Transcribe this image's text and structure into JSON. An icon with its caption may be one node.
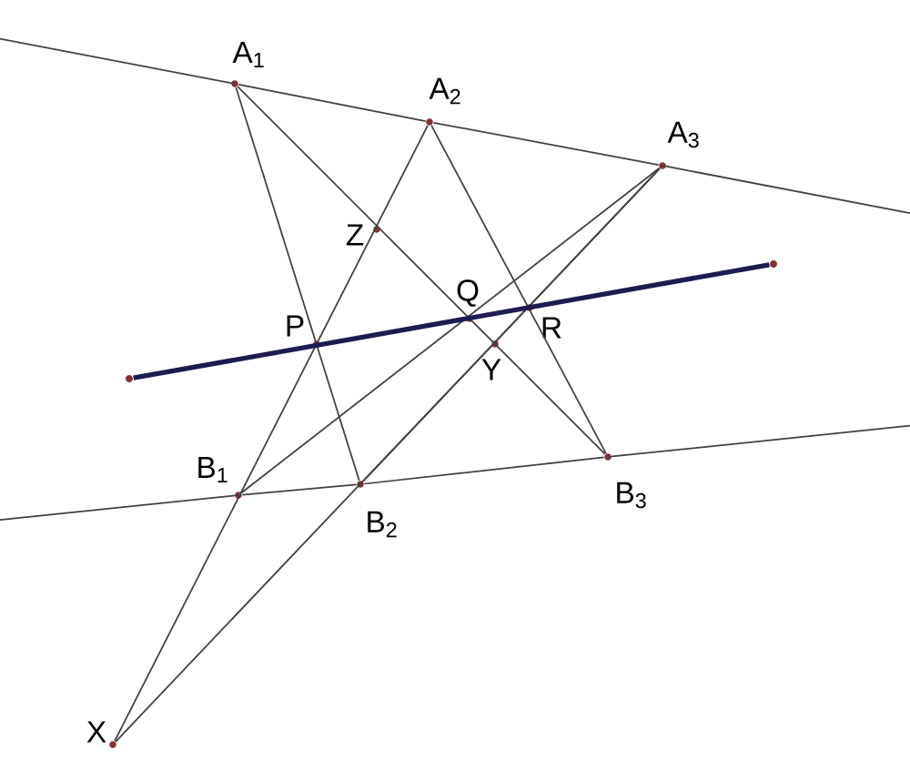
{
  "diagram": {
    "nodes": [
      {
        "text": [
          "A$_{1}$"
        ]
      },
      {
        "text": [
          "A$_{2}$"
        ]
      },
      {
        "text": [
          "A$_{3}$"
        ]
      },
      {
        "text": [
          "Z"
        ]
      },
      {
        "text": [
          "Q"
        ]
      },
      {
        "text": [
          "P"
        ]
      },
      {
        "text": [
          "R"
        ]
      },
      {
        "text": [
          "Y"
        ]
      },
      {
        "text": [
          "B$_{1}$"
        ]
      },
      {
        "text": [
          "B$_{2}$"
        ]
      },
      {
        "text": [
          "B$_{3}$"
        ]
      },
      {
        "text": [
          "X"
        ]
      },
      {
        "text": [],
        "shape": "circle"
      },
      {
        "text": [],
        "shape": "circle"
      }
    ],
    "edges": [
      {
        "from": 0,
        "to": 9,
        "arrow": "none"
      },
      {
        "from": 0,
        "to": 10,
        "arrow": "none"
      },
      {
        "from": 1,
        "to": 11,
        "arrow": "none"
      },
      {
        "from": 1,
        "to": 10,
        "arrow": "none"
      },
      {
        "from": 2,
        "to": 8,
        "arrow": "none"
      },
      {
        "from": 2,
        "to": 9,
        "arrow": "none"
      },
      {
        "from": 11,
        "to": 2,
        "arrow": "none"
      },
      {
        "from": 0,
        "to": 1,
        "arrow": "none"
      },
      {
        "from": 1,
        "to": 2,
        "arrow": "none"
      },
      {
        "from": 8,
        "to": 9,
        "arrow": "none"
      },
      {
        "from": 9,
        "to": 10,
        "arrow": "none"
      },
      {
        "from": 12,
        "to": 13,
        "arrow": "none",
        "style": "thick",
        "color": "#1c1c50"
      }
    ]
  }
}
